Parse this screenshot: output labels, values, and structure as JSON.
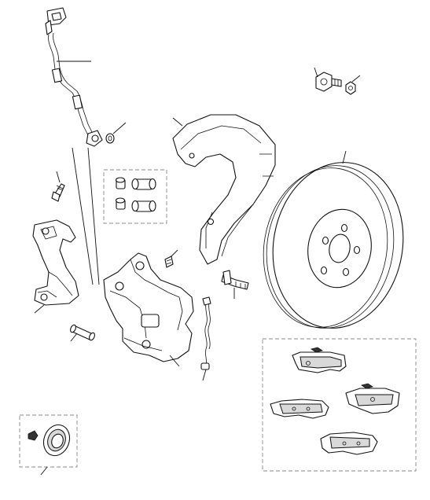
{
  "diagram": {
    "parts": [
      {
        "id": "brake-hose",
        "icon": "brake-hose-icon"
      },
      {
        "id": "hose-sealing-washer",
        "icon": "washer-icon"
      },
      {
        "id": "bleed-nipple",
        "icon": "bleed-screw-icon"
      },
      {
        "id": "guide-pin-kit",
        "icon": "guide-pin-kit-icon"
      },
      {
        "id": "caliper-carrier",
        "icon": "caliper-carrier-icon"
      },
      {
        "id": "guide-pin",
        "icon": "guide-pin-icon"
      },
      {
        "id": "brake-caliper",
        "icon": "brake-caliper-icon"
      },
      {
        "id": "caliper-dust-shield",
        "icon": "dust-shield-icon"
      },
      {
        "id": "shield-screw",
        "icon": "screw-icon"
      },
      {
        "id": "wear-sensor",
        "icon": "wear-sensor-icon"
      },
      {
        "id": "carrier-bolt",
        "icon": "bolt-icon"
      },
      {
        "id": "bolt-washer",
        "icon": "washer-icon"
      },
      {
        "id": "brake-disc",
        "icon": "brake-disc-icon"
      },
      {
        "id": "brake-pad-set",
        "icon": "brake-pad-icon"
      },
      {
        "id": "piston-seal-kit",
        "icon": "seal-kit-icon"
      }
    ]
  }
}
